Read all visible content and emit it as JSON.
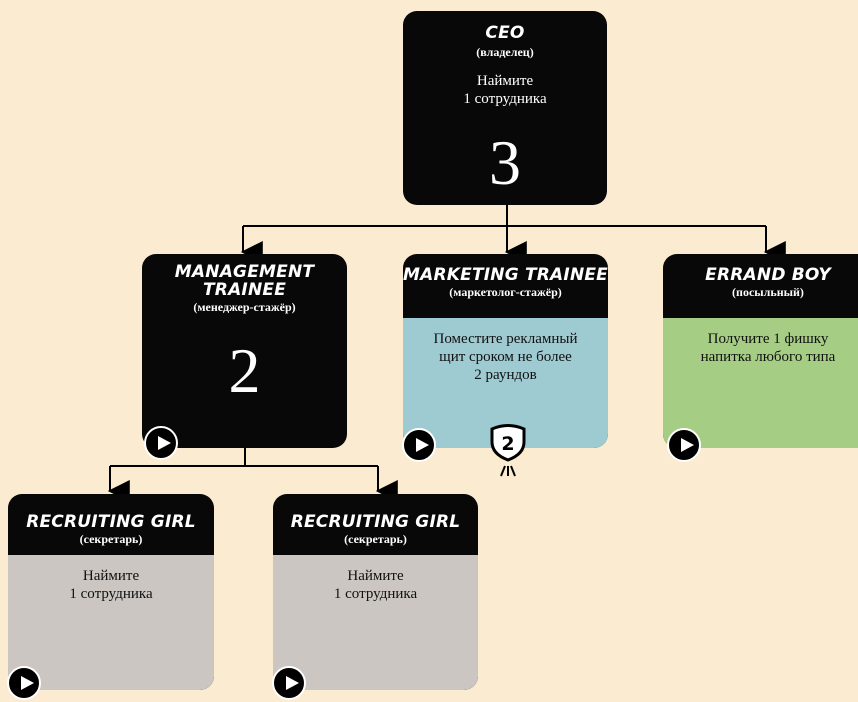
{
  "ceo": {
    "title": "CEO",
    "subtitle": "(владелец)",
    "effect": "Наймите\n1 сотрудника",
    "number": "3"
  },
  "management_trainee": {
    "title": "MANAGEMENT\nTRAINEE",
    "subtitle": "(менеджер-стажёр)",
    "number": "2"
  },
  "marketing_trainee": {
    "title": "MARKETING TRAINEE",
    "subtitle": "(маркетолог-стажёр)",
    "effect": "Поместите рекламный\nщит сроком не более\n2 раундов",
    "badge_number": "2"
  },
  "errand_boy": {
    "title": "ERRAND BOY",
    "subtitle": "(посыльный)",
    "effect": "Получите 1 фишку\nнапитка любого типа"
  },
  "recruiting_girl_1": {
    "title": "RECRUITING GIRL",
    "subtitle": "(секретарь)",
    "effect": "Наймите\n1 сотрудника"
  },
  "recruiting_girl_2": {
    "title": "RECRUITING GIRL",
    "subtitle": "(секретарь)",
    "effect": "Наймите\n1 сотрудника"
  },
  "colors": {
    "background": "#fbebd0",
    "card_header": "#080808",
    "marketing_body": "#9ecbd2",
    "errand_body": "#a6cd84",
    "recruiting_body": "#cbc6c1"
  }
}
